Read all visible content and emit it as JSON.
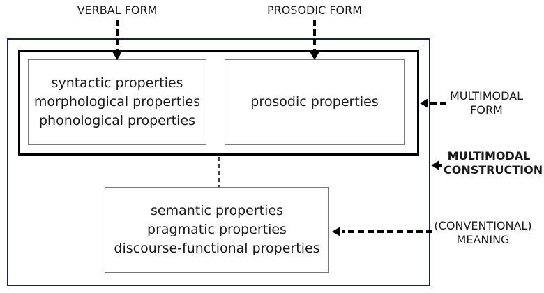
{
  "top_labels": {
    "verbal_form": "VERBAL FORM",
    "prosodic_form": "PROSODIC FORM"
  },
  "form_box": {
    "left_box_lines": [
      "syntactic properties",
      "morphological properties",
      "phonological properties"
    ],
    "right_box_lines": [
      "prosodic properties"
    ]
  },
  "meaning_box": {
    "lines": [
      "semantic properties",
      "pragmatic properties",
      "discourse-functional properties"
    ]
  },
  "side_labels": {
    "multimodal_form": [
      "MULTIMODAL",
      "FORM"
    ],
    "multimodal_construction": [
      "MULTIMODAL",
      "CONSTRUCTION"
    ],
    "conventional_meaning": [
      "(CONVENTIONAL)",
      "MEANING"
    ]
  },
  "icons": [
    "arrow-down-icon",
    "arrow-left-icon"
  ]
}
